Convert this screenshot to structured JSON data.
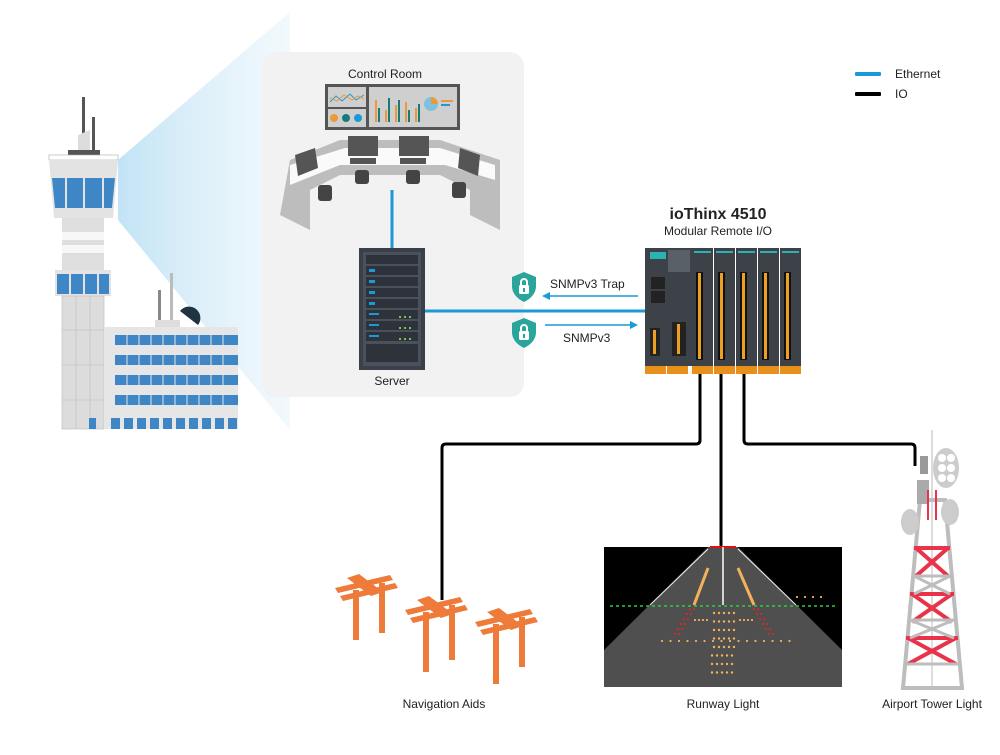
{
  "diagram": {
    "legend": [
      {
        "label": "Ethernet",
        "color": "#1a9ad6"
      },
      {
        "label": "IO",
        "color": "#000000"
      }
    ],
    "control_room": {
      "label": "Control Room"
    },
    "server": {
      "label": "Server"
    },
    "device": {
      "name": "ioThinx 4510",
      "subtitle": "Modular Remote I/O"
    },
    "protocols": [
      {
        "label": "SNMPv3 Trap",
        "direction": "to-server",
        "icon": "shield-lock-icon"
      },
      {
        "label": "SNMPv3",
        "direction": "to-device",
        "icon": "shield-lock-icon"
      }
    ],
    "endpoints": [
      {
        "label": "Navigation Aids"
      },
      {
        "label": "Runway Light"
      },
      {
        "label": "Airport Tower Light"
      }
    ],
    "colors": {
      "ethernet": "#1a9ad6",
      "io": "#000000",
      "shield": "#2aa59c",
      "nav_aid": "#ee7b3a",
      "tower_red": "#e8334a",
      "window_blue": "#3f86c6"
    }
  }
}
